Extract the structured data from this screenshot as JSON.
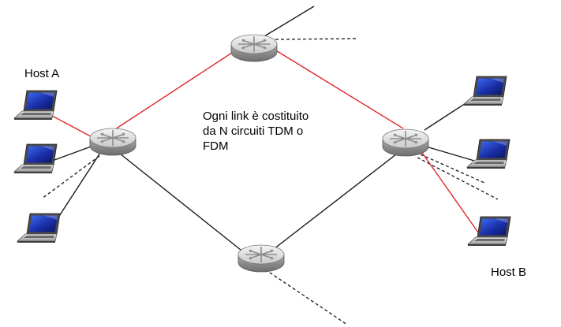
{
  "labels": {
    "host_a": "Host A",
    "host_b": "Host B"
  },
  "caption": {
    "lines": [
      "Ogni link è costituito",
      "da N circuiti TDM o",
      "FDM"
    ]
  },
  "colors": {
    "circuit_path": "#e0262b",
    "link": "#1a1a1a",
    "background": "#ffffff"
  },
  "icons": {
    "router": "router-icon",
    "laptop": "laptop-icon"
  }
}
